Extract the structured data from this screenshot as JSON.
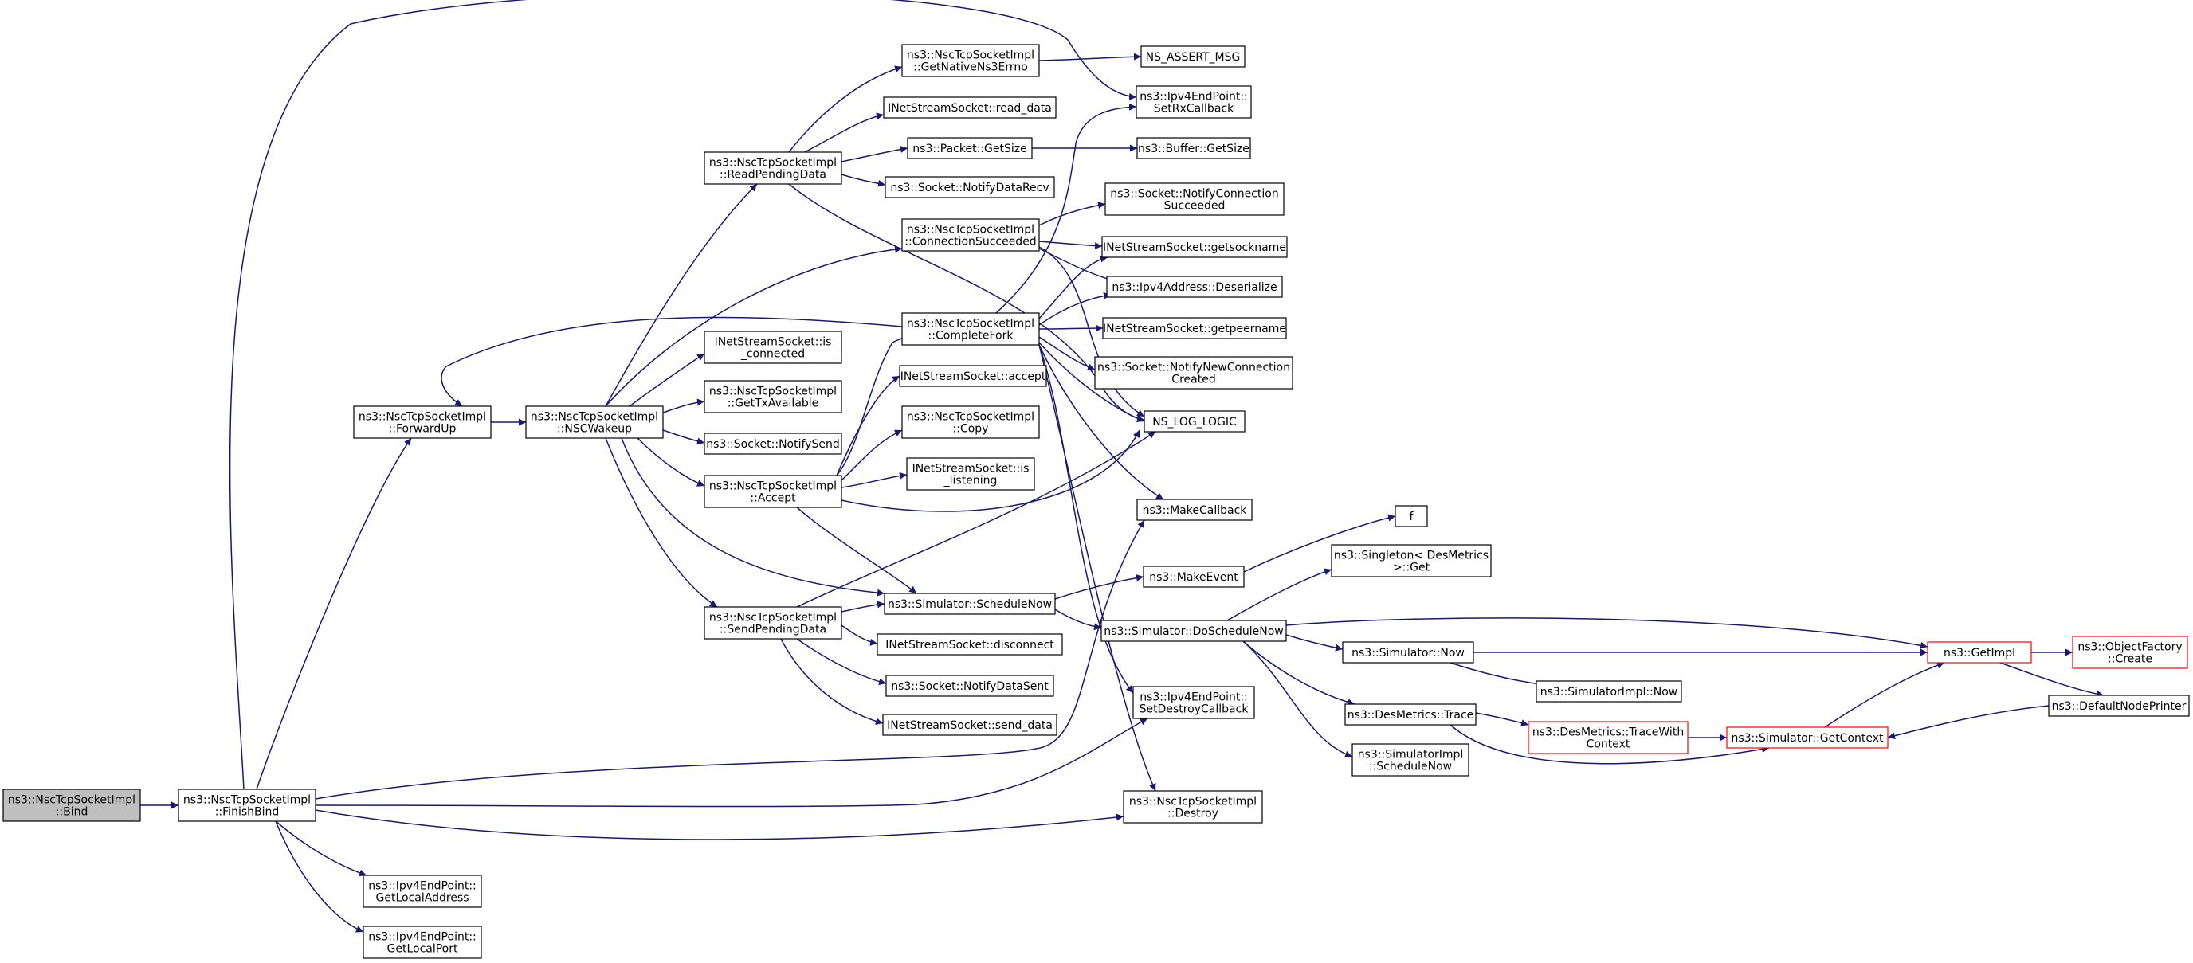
{
  "colors": {
    "edge": "#191970",
    "node_border": "#000000",
    "root_fill": "#bfbfbf",
    "truncated_border": "#ff0000",
    "background": "#ffffff"
  },
  "nodes": [
    {
      "id": "bind",
      "lines": [
        "ns3::NscTcpSocketImpl",
        "::Bind"
      ],
      "style": "root"
    },
    {
      "id": "finishbind",
      "lines": [
        "ns3::NscTcpSocketImpl",
        "::FinishBind"
      ]
    },
    {
      "id": "forwardup",
      "lines": [
        "ns3::NscTcpSocketImpl",
        "::ForwardUp"
      ]
    },
    {
      "id": "nscwakeup",
      "lines": [
        "ns3::NscTcpSocketImpl",
        "::NSCWakeup"
      ]
    },
    {
      "id": "readpending",
      "lines": [
        "ns3::NscTcpSocketImpl",
        "::ReadPendingData"
      ]
    },
    {
      "id": "getnativeerrno",
      "lines": [
        "ns3::NscTcpSocketImpl",
        "::GetNativeNs3Errno"
      ]
    },
    {
      "id": "nsassert",
      "lines": [
        "NS_ASSERT_MSG"
      ]
    },
    {
      "id": "setrxcallback",
      "lines": [
        "ns3::Ipv4EndPoint::",
        "SetRxCallback"
      ]
    },
    {
      "id": "readdata",
      "lines": [
        "INetStreamSocket::read_data"
      ]
    },
    {
      "id": "packetgetsize",
      "lines": [
        "ns3::Packet::GetSize"
      ]
    },
    {
      "id": "buffergetsize",
      "lines": [
        "ns3::Buffer::GetSize"
      ]
    },
    {
      "id": "notifydatarecv",
      "lines": [
        "ns3::Socket::NotifyDataRecv"
      ]
    },
    {
      "id": "connsucceeded",
      "lines": [
        "ns3::NscTcpSocketImpl",
        "::ConnectionSucceeded"
      ]
    },
    {
      "id": "notifyconnsucc",
      "lines": [
        "ns3::Socket::NotifyConnection",
        "Succeeded"
      ]
    },
    {
      "id": "getsockname",
      "lines": [
        "INetStreamSocket::getsockname"
      ]
    },
    {
      "id": "deserialize",
      "lines": [
        "ns3::Ipv4Address::Deserialize"
      ]
    },
    {
      "id": "completefork",
      "lines": [
        "ns3::NscTcpSocketImpl",
        "::CompleteFork"
      ]
    },
    {
      "id": "getpeername",
      "lines": [
        "INetStreamSocket::getpeername"
      ]
    },
    {
      "id": "isconnected",
      "lines": [
        "INetStreamSocket::is",
        "_connected"
      ]
    },
    {
      "id": "notifynewconn",
      "lines": [
        "ns3::Socket::NotifyNewConnection",
        "Created"
      ]
    },
    {
      "id": "accept",
      "lines": [
        "INetStreamSocket::accept"
      ]
    },
    {
      "id": "gettxavail",
      "lines": [
        "ns3::NscTcpSocketImpl",
        "::GetTxAvailable"
      ]
    },
    {
      "id": "nslog",
      "lines": [
        "NS_LOG_LOGIC"
      ]
    },
    {
      "id": "notifysend",
      "lines": [
        "ns3::Socket::NotifySend"
      ]
    },
    {
      "id": "copy",
      "lines": [
        "ns3::NscTcpSocketImpl",
        "::Copy"
      ]
    },
    {
      "id": "implaccept",
      "lines": [
        "ns3::NscTcpSocketImpl",
        "::Accept"
      ]
    },
    {
      "id": "islistening",
      "lines": [
        "INetStreamSocket::is",
        "_listening"
      ]
    },
    {
      "id": "makecallback",
      "lines": [
        "ns3::MakeCallback"
      ]
    },
    {
      "id": "f",
      "lines": [
        "f"
      ]
    },
    {
      "id": "singletonget",
      "lines": [
        "ns3::Singleton< DesMetrics",
        " >::Get"
      ]
    },
    {
      "id": "makeevent",
      "lines": [
        "ns3::MakeEvent"
      ]
    },
    {
      "id": "schedulenow",
      "lines": [
        "ns3::Simulator::ScheduleNow"
      ]
    },
    {
      "id": "sendpending",
      "lines": [
        "ns3::NscTcpSocketImpl",
        "::SendPendingData"
      ]
    },
    {
      "id": "doschedulenow",
      "lines": [
        "ns3::Simulator::DoScheduleNow"
      ]
    },
    {
      "id": "disconnect",
      "lines": [
        "INetStreamSocket::disconnect"
      ]
    },
    {
      "id": "simnow",
      "lines": [
        "ns3::Simulator::Now"
      ]
    },
    {
      "id": "getimpl",
      "lines": [
        "ns3::GetImpl"
      ],
      "style": "truncated"
    },
    {
      "id": "objfactorycreate",
      "lines": [
        "ns3::ObjectFactory",
        "::Create"
      ],
      "style": "truncated"
    },
    {
      "id": "simimplnow",
      "lines": [
        "ns3::SimulatorImpl::Now"
      ]
    },
    {
      "id": "notifydatasent",
      "lines": [
        "ns3::Socket::NotifyDataSent"
      ]
    },
    {
      "id": "senddata",
      "lines": [
        "INetStreamSocket::send_data"
      ]
    },
    {
      "id": "setdestroycb",
      "lines": [
        "ns3::Ipv4EndPoint::",
        "SetDestroyCallback"
      ]
    },
    {
      "id": "desmetricstrace",
      "lines": [
        "ns3::DesMetrics::Trace"
      ]
    },
    {
      "id": "tracewithctx",
      "lines": [
        "ns3::DesMetrics::TraceWith",
        "Context"
      ],
      "style": "truncated"
    },
    {
      "id": "getcontext",
      "lines": [
        "ns3::Simulator::GetContext"
      ],
      "style": "truncated"
    },
    {
      "id": "defaultnodeprinter",
      "lines": [
        "ns3::DefaultNodePrinter"
      ]
    },
    {
      "id": "simimplschedulenow",
      "lines": [
        "ns3::SimulatorImpl",
        "::ScheduleNow"
      ]
    },
    {
      "id": "destroy",
      "lines": [
        "ns3::NscTcpSocketImpl",
        "::Destroy"
      ]
    },
    {
      "id": "getlocaladdr",
      "lines": [
        "ns3::Ipv4EndPoint::",
        "GetLocalAddress"
      ]
    },
    {
      "id": "getlocalport",
      "lines": [
        "ns3::Ipv4EndPoint::",
        "GetLocalPort"
      ]
    }
  ],
  "edges": [
    [
      "bind",
      "finishbind"
    ],
    [
      "finishbind",
      "forwardup"
    ],
    [
      "finishbind",
      "setrxcallback"
    ],
    [
      "finishbind",
      "makecallback"
    ],
    [
      "finishbind",
      "setdestroycb"
    ],
    [
      "finishbind",
      "destroy"
    ],
    [
      "finishbind",
      "getlocaladdr"
    ],
    [
      "finishbind",
      "getlocalport"
    ],
    [
      "forwardup",
      "nscwakeup"
    ],
    [
      "nscwakeup",
      "readpending"
    ],
    [
      "nscwakeup",
      "connsucceeded"
    ],
    [
      "nscwakeup",
      "isconnected"
    ],
    [
      "nscwakeup",
      "gettxavail"
    ],
    [
      "nscwakeup",
      "notifysend"
    ],
    [
      "nscwakeup",
      "implaccept"
    ],
    [
      "nscwakeup",
      "schedulenow"
    ],
    [
      "nscwakeup",
      "sendpending"
    ],
    [
      "readpending",
      "getnativeerrno"
    ],
    [
      "readpending",
      "readdata"
    ],
    [
      "readpending",
      "packetgetsize"
    ],
    [
      "readpending",
      "notifydatarecv"
    ],
    [
      "readpending",
      "nslog"
    ],
    [
      "getnativeerrno",
      "nsassert"
    ],
    [
      "packetgetsize",
      "buffergetsize"
    ],
    [
      "connsucceeded",
      "notifyconnsucc"
    ],
    [
      "connsucceeded",
      "getsockname"
    ],
    [
      "connsucceeded",
      "deserialize"
    ],
    [
      "connsucceeded",
      "nslog"
    ],
    [
      "completefork",
      "forwardup"
    ],
    [
      "completefork",
      "setrxcallback"
    ],
    [
      "completefork",
      "getsockname"
    ],
    [
      "completefork",
      "deserialize"
    ],
    [
      "completefork",
      "getpeername"
    ],
    [
      "completefork",
      "notifynewconn"
    ],
    [
      "completefork",
      "nslog"
    ],
    [
      "completefork",
      "makecallback"
    ],
    [
      "completefork",
      "setdestroycb"
    ],
    [
      "completefork",
      "destroy"
    ],
    [
      "implaccept",
      "completefork"
    ],
    [
      "implaccept",
      "accept"
    ],
    [
      "implaccept",
      "copy"
    ],
    [
      "implaccept",
      "islistening"
    ],
    [
      "implaccept",
      "nslog"
    ],
    [
      "implaccept",
      "schedulenow"
    ],
    [
      "sendpending",
      "schedulenow"
    ],
    [
      "sendpending",
      "disconnect"
    ],
    [
      "sendpending",
      "notifydatasent"
    ],
    [
      "sendpending",
      "senddata"
    ],
    [
      "sendpending",
      "nslog"
    ],
    [
      "schedulenow",
      "makeevent"
    ],
    [
      "schedulenow",
      "doschedulenow"
    ],
    [
      "makeevent",
      "f"
    ],
    [
      "doschedulenow",
      "singletonget"
    ],
    [
      "doschedulenow",
      "getimpl"
    ],
    [
      "doschedulenow",
      "simnow"
    ],
    [
      "doschedulenow",
      "desmetricstrace"
    ],
    [
      "doschedulenow",
      "simimplschedulenow"
    ],
    [
      "simnow",
      "getimpl"
    ],
    [
      "simnow",
      "simimplnow"
    ],
    [
      "getimpl",
      "objfactorycreate"
    ],
    [
      "getimpl",
      "defaultnodeprinter"
    ],
    [
      "desmetricstrace",
      "tracewithctx"
    ],
    [
      "desmetricstrace",
      "getcontext"
    ],
    [
      "tracewithctx",
      "getcontext"
    ],
    [
      "getcontext",
      "getimpl"
    ],
    [
      "defaultnodeprinter",
      "getcontext"
    ]
  ]
}
